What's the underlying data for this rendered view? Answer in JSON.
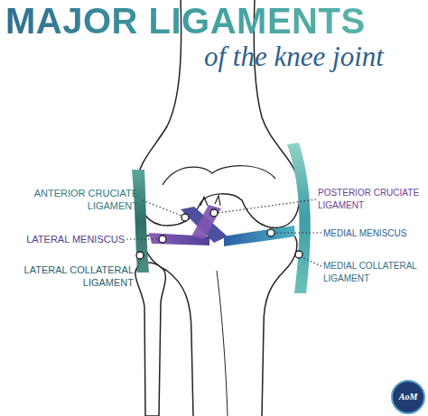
{
  "diagram": {
    "title": "MAJOR LIGAMENTS",
    "labels": [
      "of the knee joint",
      "ANTERIOR CRUCIATE LIGAMENT",
      "LATERAL MENISCUS",
      "LATERAL COLLATERAL LIGAMENT",
      "POSTERIOR CRUCIATE LIGAMENT",
      "MEDIAL MENISCUS",
      "MEDIAL COLLATERAL LIGAMENT",
      "AoM"
    ]
  }
}
